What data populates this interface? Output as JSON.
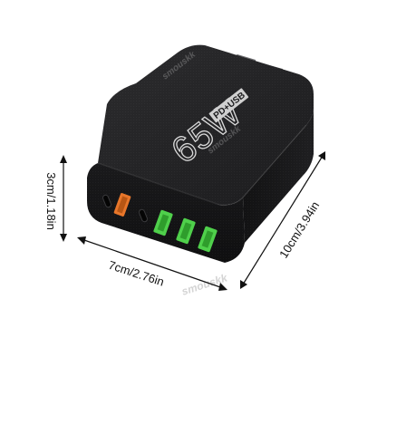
{
  "product": {
    "power_label": "65W",
    "tech_label": "PD+USB",
    "watermark": "smouskk"
  },
  "dimensions": {
    "height_label": "3cm/1.18in",
    "width_label": "7cm/2.76in",
    "depth_label": "10cm/3.94in"
  },
  "colors": {
    "body": "#1d1d1f",
    "body_top": "#2a2a2c",
    "usb_c_port": "#0b0b0c",
    "quick_charge_port": "#e8762a",
    "usb_a_port": "#4fd04b",
    "dimension_line": "#111111",
    "background": "#ffffff"
  },
  "ports": [
    {
      "type": "usb-c"
    },
    {
      "type": "usb-a-quick-charge"
    },
    {
      "type": "usb-c"
    },
    {
      "type": "usb-a"
    },
    {
      "type": "usb-a"
    },
    {
      "type": "usb-a"
    }
  ]
}
